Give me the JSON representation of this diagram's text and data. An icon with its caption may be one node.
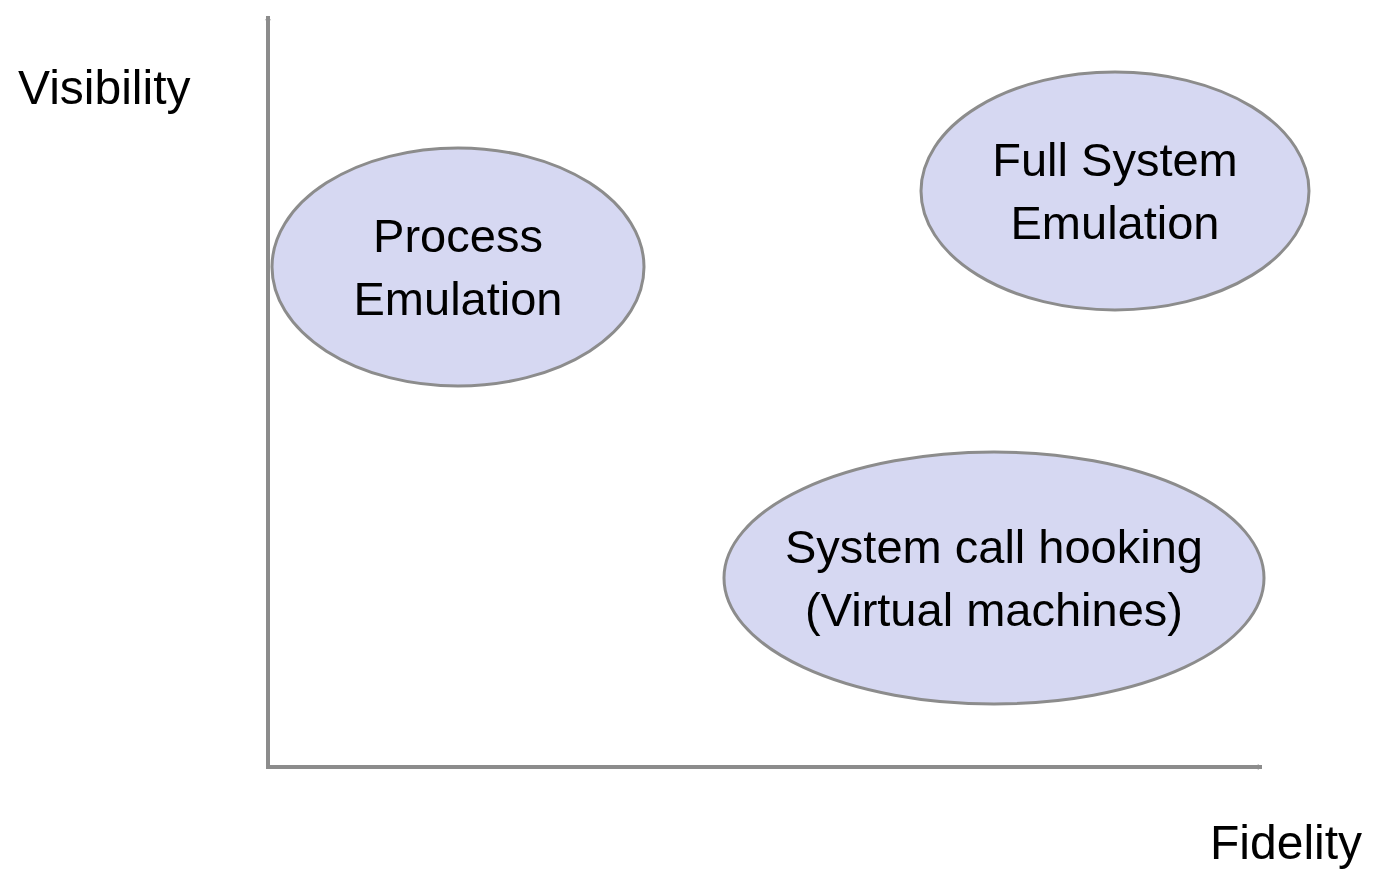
{
  "diagram": {
    "nodes": [
      {
        "text": [
          "Process Emulation"
        ]
      },
      {
        "text": [
          "Full System Emulation"
        ]
      },
      {
        "text": [
          "System call hooking (Virtual machines)"
        ]
      }
    ],
    "labels": [
      "Visibility",
      "Fidelity"
    ]
  }
}
